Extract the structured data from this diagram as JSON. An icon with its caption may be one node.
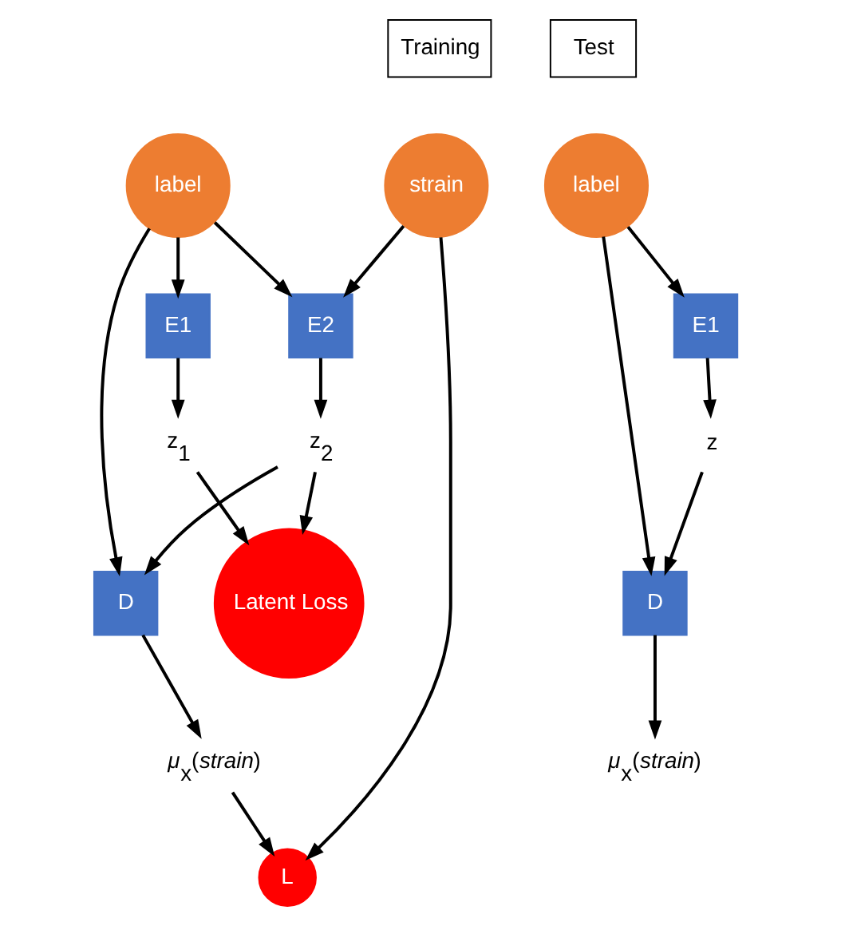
{
  "diagram": {
    "nodes": [
      {
        "text": [
          "Training"
        ]
      },
      {
        "text": [
          "Test"
        ]
      },
      {
        "text": [
          "strain"
        ]
      },
      {
        "text": [
          "label"
        ]
      },
      {
        "text": [
          "E2"
        ]
      },
      {
        "text": [
          "E1"
        ]
      },
      {
        "text": [
          "z$_{2}$"
        ]
      },
      {
        "text": [
          "z$_{1}$"
        ]
      },
      {
        "text": [
          "Latent Loss"
        ]
      },
      {
        "text": [
          "D"
        ]
      },
      {
        "text": [
          "*μ*$_{x}$(*strain*)"
        ]
      },
      {
        "text": [
          "L"
        ]
      },
      {
        "text": [
          "label"
        ]
      },
      {
        "text": [
          "E1"
        ]
      },
      {
        "text": [
          "z"
        ]
      },
      {
        "text": [
          "D"
        ]
      },
      {
        "text": [
          "*μ*$_{x}$(*strain*)"
        ]
      }
    ],
    "edges": [
      {
        "from": 2,
        "to": 4,
        "arrow": "to"
      },
      {
        "from": 3,
        "to": 4,
        "arrow": "to"
      },
      {
        "from": 3,
        "to": 5,
        "arrow": "to"
      },
      {
        "from": 4,
        "to": 6,
        "arrow": "to"
      },
      {
        "from": 5,
        "to": 7,
        "arrow": "to"
      },
      {
        "from": 6,
        "to": 8,
        "arrow": "to"
      },
      {
        "from": 7,
        "to": 8,
        "arrow": "to"
      },
      {
        "from": 6,
        "to": 9,
        "arrow": "to"
      },
      {
        "from": 3,
        "to": 9,
        "arrow": "to"
      },
      {
        "from": 9,
        "to": 10,
        "arrow": "to"
      },
      {
        "from": 10,
        "to": 11,
        "arrow": "to"
      },
      {
        "from": 2,
        "to": 11,
        "arrow": "to"
      },
      {
        "from": 12,
        "to": 13,
        "arrow": "to"
      },
      {
        "from": 13,
        "to": 14,
        "arrow": "to"
      },
      {
        "from": 14,
        "to": 15,
        "arrow": "to"
      },
      {
        "from": 12,
        "to": 15,
        "arrow": "to"
      },
      {
        "from": 15,
        "to": 16,
        "arrow": "to"
      }
    ]
  }
}
